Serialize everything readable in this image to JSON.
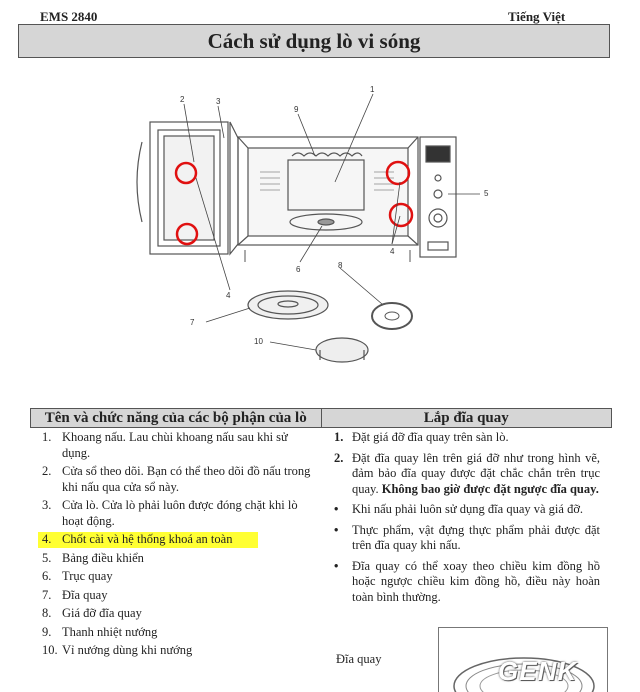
{
  "header": {
    "model": "EMS 2840",
    "language": "Tiếng Việt"
  },
  "title": "Cách sử dụng lò vi sóng",
  "diagram": {
    "callouts": [
      "1",
      "2",
      "3",
      "4",
      "4",
      "5",
      "6",
      "7",
      "8",
      "9",
      "10"
    ]
  },
  "table": {
    "left_header": "Tên và chức năng của các bộ phận của lò",
    "right_header": "Lắp đĩa quay"
  },
  "parts": [
    {
      "num": "1.",
      "text": "Khoang nấu. Lau chùi khoang nấu sau khi sử dụng."
    },
    {
      "num": "2.",
      "text": "Cửa sổ theo dõi. Bạn có thể theo dõi đồ nấu trong khi nấu qua cửa sổ này."
    },
    {
      "num": "3.",
      "text": "Cửa lò. Cửa lò phải luôn được đóng chặt khi lò hoạt động."
    },
    {
      "num": "4.",
      "text": "Chốt cài và hệ thống khoá an toàn"
    },
    {
      "num": "5.",
      "text": "Bảng điều khiển"
    },
    {
      "num": "6.",
      "text": "Trục quay"
    },
    {
      "num": "7.",
      "text": "Đĩa quay"
    },
    {
      "num": "8.",
      "text": "Giá đỡ đĩa quay"
    },
    {
      "num": "9.",
      "text": "Thanh nhiệt nướng"
    },
    {
      "num": "10.",
      "text": "Vỉ nướng dùng khi nướng"
    }
  ],
  "steps": {
    "s1": {
      "mark": "1.",
      "text": "Đặt giá đỡ đĩa quay trên sàn lò."
    },
    "s2": {
      "mark": "2.",
      "text": "Đặt đĩa quay lên trên giá đỡ như trong hình vẽ, đảm bảo đĩa quay được đặt chắc chắn trên trục quay.",
      "bold": "Không bao giờ được đặt ngược đĩa quay."
    },
    "b1": {
      "mark": "•",
      "text": "Khi nấu phải luôn sử dụng đĩa quay và giá đỡ."
    },
    "b2": {
      "mark": "•",
      "text": "Thực phẩm, vật đựng thực phẩm phải được đặt trên đĩa quay khi nấu."
    },
    "b3": {
      "mark": "•",
      "text": "Đĩa quay có thể xoay theo chiều kim đồng hồ hoặc ngược chiều kim đồng hồ, điều này hoàn toàn bình thường."
    }
  },
  "tray_label": "Đĩa quay",
  "watermark": "GENK",
  "colors": {
    "highlight": "#ffff33",
    "circle": "#e01010",
    "header_bg": "#d6d6d6"
  }
}
